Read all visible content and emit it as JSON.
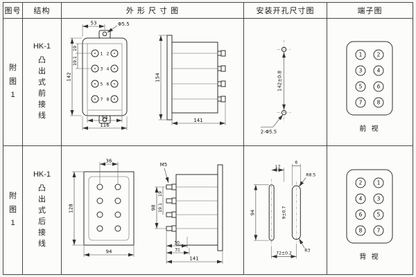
{
  "header": {
    "fig_no": "图号",
    "structure": "结构",
    "outline": "外 形 尺 寸 图",
    "install": "安装开孔尺寸图",
    "terminal": "端子图"
  },
  "rows": [
    {
      "fig_label": "附\n图\n1",
      "model": "HK-1",
      "structure_desc": "凸\n出\n式\n前\n接\n线",
      "outline": {
        "dim_top_width": "53",
        "dim_top_hole": "Φ5.5",
        "dim_height": "142",
        "dim_pitch_a": "19",
        "dim_pitch_b": "19.1",
        "dim_inner_width": "94",
        "dim_outer_width": "116",
        "dim_side_height": "154",
        "dim_side_width": "141",
        "terminal_numbers": [
          "1",
          "2",
          "3",
          "4",
          "5",
          "6",
          "7",
          "8"
        ]
      },
      "install": {
        "dim_vertical": "142±0.8",
        "dim_holes": "2-Φ5.5"
      },
      "terminal": {
        "numbers": [
          "1",
          "2",
          "3",
          "4",
          "5",
          "6",
          "7",
          "8"
        ],
        "view_label": "前 视"
      }
    },
    {
      "fig_label": "附\n图\n1",
      "model": "HK-1",
      "structure_desc": "凸\n出\n式\n后\n接\n线",
      "outline": {
        "dim_top_width": "36",
        "dim_height": "128",
        "dim_bottom_width": "94",
        "dim_thread": "M5",
        "dim_side_height": "98",
        "dim_pitch_a": "19",
        "dim_pitch_b": "19.1",
        "dim_stud_a": "30",
        "dim_stud_b": "31",
        "dim_side_width": "141"
      },
      "install": {
        "dim_top_a": "17",
        "dim_top_b": "6",
        "dim_radius_top": "R8.5",
        "dim_slot_length": "94",
        "dim_mid": "9±0.7",
        "dim_bottom": "72±0.2",
        "dim_radius_bottom": "R3"
      },
      "terminal": {
        "numbers": [
          "2",
          "1",
          "4",
          "3",
          "6",
          "5",
          "8",
          "7"
        ],
        "view_label": "背 视"
      }
    }
  ]
}
